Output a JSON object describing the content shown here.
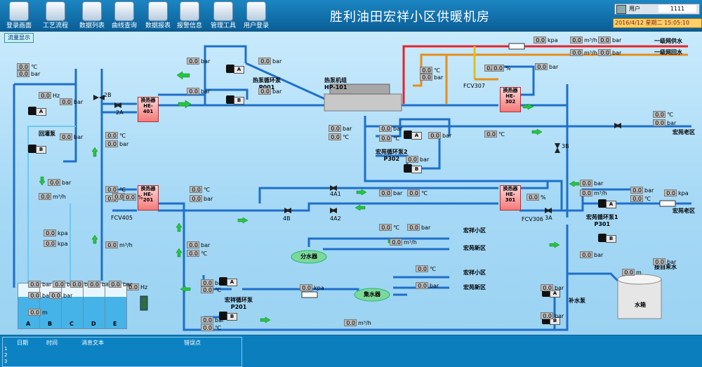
{
  "toolbar": [
    {
      "label": "登录画面",
      "icon": "home-icon"
    },
    {
      "label": "工艺流程",
      "icon": "workflow-icon"
    },
    {
      "label": "数据列表",
      "icon": "list-icon"
    },
    {
      "label": "曲线查询",
      "icon": "chart-icon"
    },
    {
      "label": "数据报表",
      "icon": "report-icon"
    },
    {
      "label": "报警信息",
      "icon": "alarm-icon"
    },
    {
      "label": "管理工具",
      "icon": "tools-icon"
    },
    {
      "label": "用户登录",
      "icon": "users-icon"
    }
  ],
  "title": "胜利油田宏祥小区供暖机房",
  "user": {
    "label": "用户",
    "value": "1111"
  },
  "datetime": "2016/4/12 星期二 15:05:10",
  "flow_button": "流量显示",
  "units": {
    "bar": "bar",
    "degc": "℃",
    "pct": "%",
    "hz": "Hz",
    "m3h": "m³/h",
    "kpa": "kpa",
    "m": "m"
  },
  "zero": "0.0",
  "labels": {
    "hp": "热泵机组\nHP-101",
    "he401": "换热器\nHE-401",
    "he302": "换热器\nHE-302",
    "he201": "换热器\nHE-201",
    "he301": "换热器\nHE-301",
    "heatpump_pump": "热泵循环泵\nP001",
    "hongyuan_pump": "宏苑循环泵2\nP302",
    "hongyuan_pump1": "宏苑循环泵1\nP301",
    "hongxiang_pump": "宏祥循环泵\nP201",
    "backflow_pump": "回灌泵",
    "makeup_pump": "补水泵",
    "fcv307": "FCV307",
    "fcv405": "FCV405",
    "fcv306": "FCV306",
    "v2b": "2B",
    "v2a": "2A",
    "v3b": "3B",
    "v4a1": "4A1",
    "v4a2": "4A2",
    "v4b": "4B",
    "v3a": "3A",
    "supply_primary": "一级网供水",
    "return_primary": "一级网回水",
    "hongyuan_old": "宏苑老区",
    "hongxiang_area": "宏祥小区",
    "hongyuan_new": "宏苑新区",
    "distributor": "分水器",
    "collector": "集水器",
    "water_tank": "水箱",
    "tap_water": "接自来水",
    "tanks": [
      "A",
      "B",
      "C",
      "D",
      "E"
    ]
  },
  "log": {
    "headers": [
      "日期",
      "时间",
      "消息文本",
      "错误点"
    ],
    "rows": [
      "1",
      "2",
      "3"
    ]
  }
}
